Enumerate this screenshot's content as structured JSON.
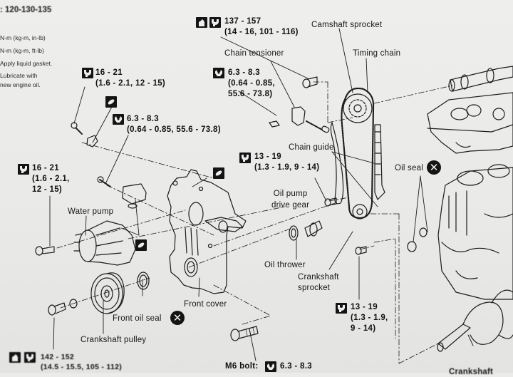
{
  "header": {
    "model_ref": ": 120-130-135"
  },
  "legend": {
    "items": [
      "N-m (kg-m, in-lb)",
      "N-m (kg-m, ft-lb)",
      "Apply liquid gasket.",
      "Lubricate with",
      "new engine oil."
    ]
  },
  "labels": {
    "camshaft_sprocket": "Camshaft sprocket",
    "timing_chain": "Timing chain",
    "chain_tensioner": "Chain tensioner",
    "chain_guide": "Chain guide",
    "oil_seal": "Oil seal",
    "water_pump": "Water pump",
    "oil_pump_drive_gear_1": "Oil pump",
    "oil_pump_drive_gear_2": "drive gear",
    "oil_thrower": "Oil thrower",
    "crankshaft_sprocket_1": "Crankshaft",
    "crankshaft_sprocket_2": "sprocket",
    "front_cover": "Front cover",
    "front_oil_seal": "Front oil seal",
    "crankshaft_pulley": "Crankshaft pulley",
    "m6_bolt": "M6 bolt:",
    "crankshaft": "Crankshaft"
  },
  "torque_specs": {
    "camshaft_bolt": {
      "line1": "137 - 157",
      "line2": "(14 - 16, 101 - 116)",
      "icons": [
        "lubricate-icon",
        "torque-wrench-ftlb-icon"
      ]
    },
    "chain_tensioner_bolt": {
      "line1": "6.3 - 8.3",
      "line2": "(0.64 - 0.85,",
      "line3": "55.6 - 73.8)",
      "icons": [
        "torque-wrench-inlb-icon"
      ]
    },
    "upper_left_bolt": {
      "line1": "16 - 21",
      "line2": "(1.6 - 2.1, 12 - 15)",
      "icons": [
        "torque-wrench-ftlb-icon"
      ]
    },
    "front_cover_bolt": {
      "line1": "6.3 - 8.3",
      "line2": "(0.64 - 0.85, 55.6 - 73.8)",
      "icons": [
        "torque-wrench-inlb-icon"
      ]
    },
    "water_pump_bolt": {
      "line1": "16 - 21",
      "line2": "(1.6 - 2.1,",
      "line3": "12 - 15)",
      "icons": [
        "torque-wrench-ftlb-icon"
      ]
    },
    "oil_pump_gear_bolt": {
      "line1": "13 - 19",
      "line2": "(1.3 - 1.9, 9 - 14)",
      "icons": [
        "torque-wrench-ftlb-icon"
      ]
    },
    "crank_sprocket_bolt": {
      "line1": "13 - 19",
      "line2": "(1.3 - 1.9,",
      "line3": "9 - 14)",
      "icons": [
        "torque-wrench-ftlb-icon"
      ]
    },
    "crankshaft_pulley_bolt": {
      "line1": "142 - 152",
      "line2": "(14.5 - 15.5, 105 - 112)",
      "icons": [
        "lubricate-icon",
        "torque-wrench-ftlb-icon"
      ]
    },
    "m6_bolt": {
      "line1": "6.3 - 8.3",
      "icons": [
        "torque-wrench-inlb-icon"
      ]
    }
  },
  "symbols": {
    "replace_mark": "✕"
  }
}
